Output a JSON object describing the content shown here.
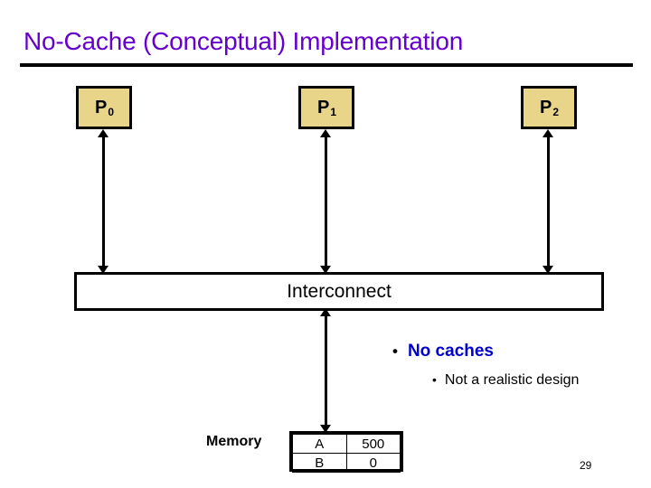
{
  "slide": {
    "title": "No-Cache (Conceptual) Implementation",
    "page_number": "29",
    "colors": {
      "title_purple": "#6600cc",
      "processor_fill": "#e8d58a",
      "bullet_blue": "#0000cc",
      "outline_black": "#000000",
      "background": "#ffffff"
    }
  },
  "diagram": {
    "processors": [
      {
        "label": "P",
        "index": "0",
        "name": "processor-0"
      },
      {
        "label": "P",
        "index": "1",
        "name": "processor-1"
      },
      {
        "label": "P",
        "index": "2",
        "name": "processor-2"
      }
    ],
    "interconnect_label": "Interconnect",
    "memory_label": "Memory",
    "memory_table": {
      "rows": [
        {
          "address": "A",
          "value": "500"
        },
        {
          "address": "B",
          "value": "0"
        }
      ]
    },
    "links": [
      {
        "name": "link-p0-interconnect",
        "from": "P0",
        "to": "Interconnect",
        "style": "double-arrow"
      },
      {
        "name": "link-p1-interconnect",
        "from": "P1",
        "to": "Interconnect",
        "style": "double-arrow"
      },
      {
        "name": "link-p2-interconnect",
        "from": "P2",
        "to": "Interconnect",
        "style": "double-arrow"
      },
      {
        "name": "link-interconnect-memory",
        "from": "Interconnect",
        "to": "Memory",
        "style": "double-arrow"
      }
    ]
  },
  "bullets": {
    "level1": {
      "marker": "•",
      "text": "No caches"
    },
    "level2": {
      "marker": "•",
      "text": "Not a realistic design"
    }
  }
}
